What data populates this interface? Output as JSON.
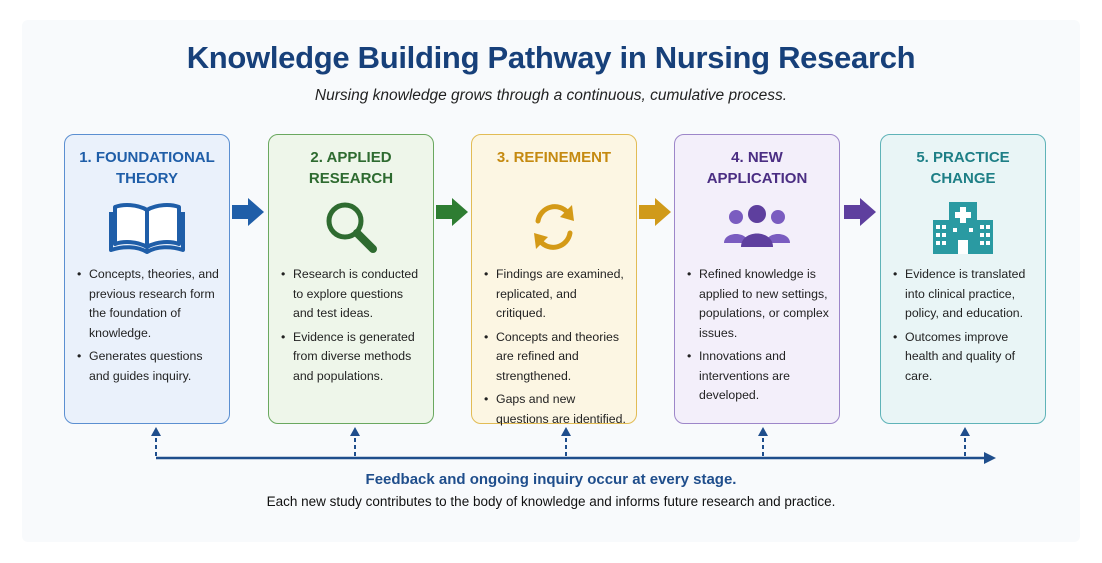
{
  "title": "Knowledge Building Pathway in Nursing Research",
  "subtitle": "Nursing knowledge grows through a continuous, cumulative process.",
  "stages": [
    {
      "title_line1": "1. FOUNDATIONAL",
      "title_line2": "THEORY",
      "icon": "open-book-icon",
      "color": "#1f5ea8",
      "border": "#5b8fd1",
      "fill": "#eaf1fb",
      "bullets": [
        "Concepts, theories, and previous research form the foundation of knowledge.",
        "Generates questions and guides inquiry."
      ]
    },
    {
      "title_line1": "2. APPLIED",
      "title_line2": "RESEARCH",
      "icon": "magnifying-glass-icon",
      "color": "#2e6b30",
      "border": "#6aa85f",
      "fill": "#eef6ea",
      "bullets": [
        "Research is conducted to explore questions and test ideas.",
        "Evidence is generated from diverse methods and populations."
      ]
    },
    {
      "title_line1": "3. REFINEMENT",
      "title_line2": "",
      "icon": "refresh-cycle-icon",
      "color": "#c58a10",
      "border": "#e2bc55",
      "fill": "#fcf6e3",
      "bullets": [
        "Findings are examined, replicated, and critiqued.",
        "Concepts and theories are refined and strengthened.",
        "Gaps and new questions are identified."
      ]
    },
    {
      "title_line1": "4. NEW",
      "title_line2": "APPLICATION",
      "icon": "group-people-icon",
      "color": "#4b2e83",
      "border": "#9d86c9",
      "fill": "#f3effa",
      "bullets": [
        "Refined knowledge is applied to new settings, populations, or complex issues.",
        "Innovations and interventions are developed."
      ]
    },
    {
      "title_line1": "5. PRACTICE",
      "title_line2": "CHANGE",
      "icon": "hospital-icon",
      "color": "#1e7f86",
      "border": "#5fb3b8",
      "fill": "#e9f5f6",
      "bullets": [
        "Evidence is translated into clinical practice, policy, and education.",
        "Outcomes improve health and quality of care."
      ]
    }
  ],
  "arrow_colors": [
    "#1f5ea8",
    "#2e7d32",
    "#d09a1a",
    "#5e3f9e"
  ],
  "feedback": {
    "title": "Feedback and ongoing inquiry occur at every stage.",
    "subtitle": "Each new study contributes to the body of knowledge and informs future research and practice.",
    "line_color": "#1f4e8c"
  }
}
